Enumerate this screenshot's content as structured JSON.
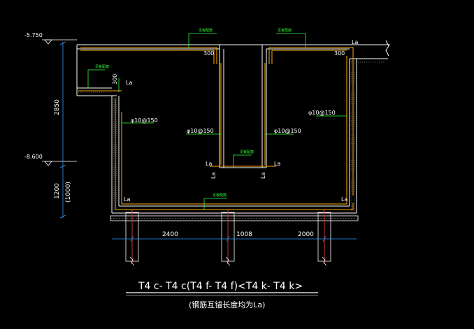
{
  "elevations": {
    "top": "-5.750",
    "bottom": "-8.600"
  },
  "dimensions": {
    "height_upper": "2850",
    "height_lower": "1200",
    "height_lower_alt": "(1000)",
    "span_left": "2400",
    "span_mid": "1008",
    "span_right": "2000"
  },
  "labels": {
    "lap_length": "La",
    "offset_300": "300",
    "rebar_spec": "φ10@150"
  },
  "tags": {
    "rebar_note": "见板配筋"
  },
  "title": {
    "main": "T4 c- T4 c(T4 f- T4 f)<T4 k- T4 k>",
    "note": "(钢筋互锚长度均为La)"
  },
  "colors": {
    "background": "#000000",
    "concrete_outline": "#ffffff",
    "rebar": "#ffaa00",
    "leader": "#33ff33",
    "dimension": "#ffffff",
    "axis_line": "#cc3333"
  }
}
